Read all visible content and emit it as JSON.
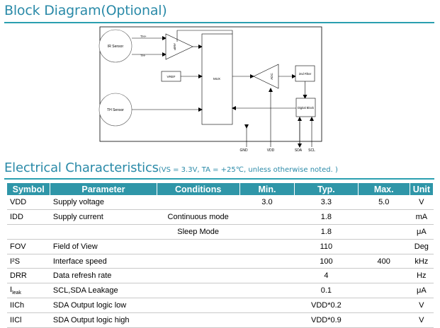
{
  "block_diagram": {
    "heading": "Block Diagram(Optional)",
    "labels": {
      "ir_sensor": "IR Sensor",
      "th_sensor": "TH Sensor",
      "th_plus": "TH+",
      "th_minus": "TH-",
      "amp": "AMP",
      "vref": "VREF",
      "mux": "MUX",
      "adc": "ADC",
      "filter": "2nd Filter",
      "digital_block": "Digital Block",
      "gnd": "GND",
      "vdd": "VDD",
      "sda": "SDA",
      "scl": "SCL"
    }
  },
  "electrical": {
    "heading": "Electrical Characteristics",
    "condition": "(VS = 3.3V, TA = +25℃, unless otherwise noted. )",
    "columns": [
      "Symbol",
      "Parameter",
      "Conditions",
      "Min.",
      "Typ.",
      "Max.",
      "Unit"
    ],
    "rows": [
      {
        "symbol": "VDD",
        "parameter": "Supply voltage",
        "conditions": "",
        "min": "3.0",
        "typ": "3.3",
        "max": "5.0",
        "unit": "V"
      },
      {
        "symbol": "IDD",
        "parameter": "Supply current",
        "conditions": "Continuous mode",
        "min": "",
        "typ": "1.8",
        "max": "",
        "unit": "mA"
      },
      {
        "symbol": "",
        "parameter": "",
        "conditions": "Sleep Mode",
        "min": "",
        "typ": "1.8",
        "max": "",
        "unit": "μA"
      },
      {
        "symbol": "FOV",
        "parameter": "Field of View",
        "conditions": "",
        "min": "",
        "typ": "110",
        "max": "",
        "unit": "Deg"
      },
      {
        "symbol": "I²S",
        "parameter": "Interface speed",
        "conditions": "",
        "min": "",
        "typ": "100",
        "max": "400",
        "unit": "kHz"
      },
      {
        "symbol": "DRR",
        "parameter": "Data refresh rate",
        "conditions": "",
        "min": "",
        "typ": "4",
        "max": "",
        "unit": "Hz"
      },
      {
        "symbol_main": "I",
        "symbol_sub": "leak",
        "parameter": "SCL,SDA Leakage",
        "conditions": "",
        "min": "",
        "typ": "0.1",
        "max": "",
        "unit": "μA"
      },
      {
        "symbol": "IICh",
        "parameter": "SDA Output logic low",
        "conditions": "",
        "min": "",
        "typ": "VDD*0.2",
        "max": "",
        "unit": "V"
      },
      {
        "symbol": "IICl",
        "parameter": "SDA Output logic high",
        "conditions": "",
        "min": "",
        "typ": "VDD*0.9",
        "max": "",
        "unit": "V"
      }
    ]
  }
}
